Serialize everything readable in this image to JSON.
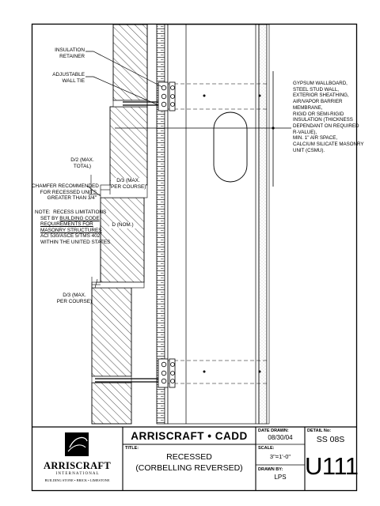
{
  "labels": {
    "insulation_retainer": "INSULATION\nRETAINER",
    "adjustable_wall_tie": "ADJUSTABLE\nWALL TIE",
    "d2_max_total": "D/2 (MAX.\nTOTAL)",
    "chamfer": "CHAMFER RECOMMENDED\nFOR RECESSED UNITS\nGREATER THAN 3/4\"",
    "note_prefix": "NOTE:  RECESS LIMITATIONS",
    "note_set_by": "SET BY ",
    "note_building_code": "BUILDING CODE",
    "note_requirements": "REQUIREMENTS FOR",
    "note_masonry": "MASONRY STRUCTURES",
    "note_aci": "ACI 530/ASCE 5/TMS 402",
    "note_within": "WITHIN THE UNITED STATES",
    "d3_max_course_top": "D/3 (MAX.\nPER COURSE)",
    "d_nom": "D (NOM.)",
    "d3_max_course_bottom": "D/3 (MAX.\nPER COURSE)",
    "wall_assembly": "GYPSUM WALLBOARD,\nSTEEL STUD WALL,\nEXTERIOR SHEATHING,\nAIR/VAPOR BARRIER\nMEMBRANE,\nRIGID OR SEMI-RIGID\nINSULATION (THICKNESS\nDEPENDANT ON REQUIRED\nR-VALUE),\nMIN. 1\" AIR SPACE,\nCALCIUM SILICATE MASONRY\nUNIT (CSMU)."
  },
  "title_block": {
    "company_heading": "ARRISCRAFT • CADD",
    "logo_name": "ARRISCRAFT",
    "logo_sub": "I N T E R N A T I O N A L",
    "logo_tagline": "BUILDING STONE • BRICK • LIMESTONE",
    "title_label": "TITLE:",
    "title_line1": "RECESSED",
    "title_line2": "(CORBELLING REVERSED)",
    "date_label": "DATE DRAWN:",
    "date_value": "08/30/04",
    "scale_label": "SCALE:",
    "scale_value": "3\"=1'-0\"",
    "drawn_label": "DRAWN BY:",
    "drawn_value": "LPS",
    "detail_label": "DETAIL No:",
    "detail_value": "SS 08S",
    "sheet_number": "U111"
  }
}
